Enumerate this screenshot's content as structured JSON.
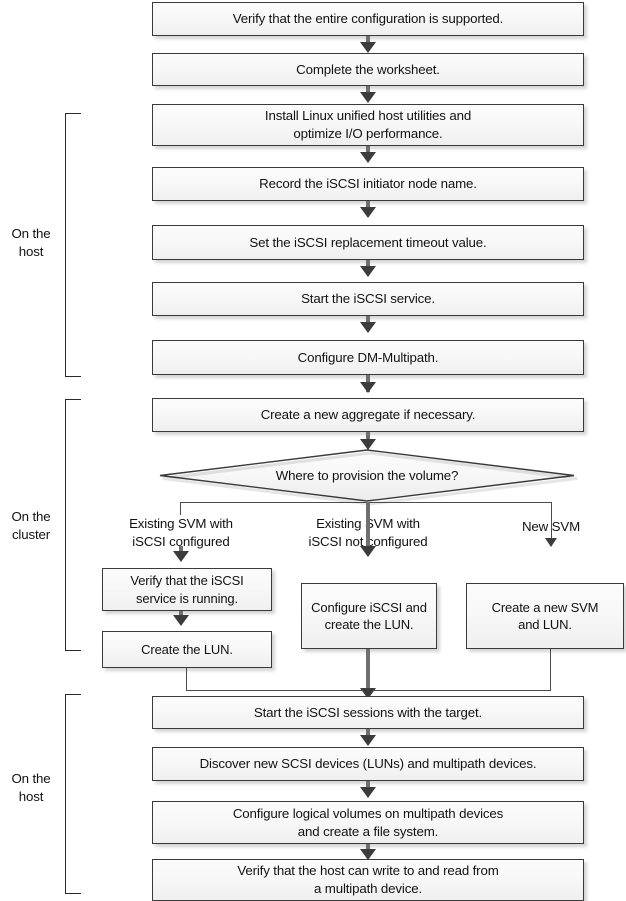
{
  "diagram": {
    "type": "flowchart",
    "title": "iSCSI configuration workflow for Linux hosts"
  },
  "groups": [
    {
      "id": "host-top",
      "label": "On the\nhost"
    },
    {
      "id": "cluster",
      "label": "On the\ncluster"
    },
    {
      "id": "host-bottom",
      "label": "On the\nhost"
    }
  ],
  "steps": {
    "verify_config": "Verify that the entire configuration is supported.",
    "worksheet": "Complete the worksheet.",
    "install_utils": "Install Linux unified host utilities and\noptimize I/O performance.",
    "record_initiator": "Record the iSCSI initiator node name.",
    "set_timeout": "Set the iSCSI replacement timeout value.",
    "start_service": "Start the iSCSI service.",
    "configure_dm": "Configure DM-Multipath.",
    "create_aggregate": "Create a new aggregate if necessary.",
    "decision": "Where to provision the volume?",
    "verify_iscsi_svc": "Verify that the iSCSI\nservice is running.",
    "create_lun": "Create the LUN.",
    "configure_iscsi": "Configure iSCSI and\ncreate the LUN.",
    "create_svm_lun": "Create a new SVM\nand LUN.",
    "start_sessions": "Start the iSCSI sessions with the target.",
    "discover_devices": "Discover new SCSI devices (LUNs) and multipath devices.",
    "configure_lvm": "Configure logical volumes on multipath devices\nand create a file system.",
    "verify_rw": "Verify that the host can write to and read from\na multipath device."
  },
  "branches": {
    "existing_configured": "Existing SVM with\niSCSI configured",
    "existing_not_configured": "Existing SVM with\niSCSI not configured",
    "new_svm": "New SVM"
  },
  "colors": {
    "box_border": "#3a3a3a",
    "box_fill_top": "#fbfbfb",
    "box_fill_bottom": "#efefef",
    "connector": "#6f6f6f",
    "arrowhead": "#3c3c3c",
    "text": "#121212",
    "bracket": "#2a2a2a",
    "background": "#ffffff"
  }
}
